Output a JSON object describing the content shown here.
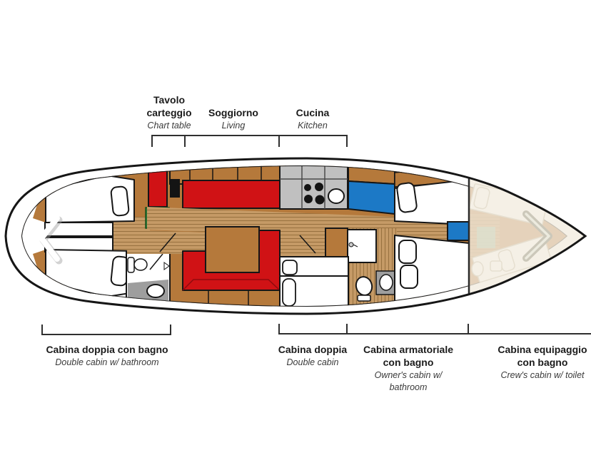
{
  "diagram": {
    "type": "sailing-yacht-interior-deck-plan",
    "top_sections": [
      {
        "id": "chart-table",
        "label_it": "Tavolo carteggio",
        "label_en": "Chart table"
      },
      {
        "id": "living",
        "label_it": "Soggiorno",
        "label_en": "Living"
      },
      {
        "id": "kitchen",
        "label_it": "Cucina",
        "label_en": "Kitchen"
      }
    ],
    "bottom_sections": [
      {
        "id": "aft-double-cabin",
        "label_it": "Cabina doppia con bagno",
        "label_en": "Double cabin w/ bathroom"
      },
      {
        "id": "double-cabin",
        "label_it": "Cabina doppia",
        "label_en": "Double cabin"
      },
      {
        "id": "owners-cabin",
        "label_it": "Cabina armatoriale con bagno",
        "label_en": "Owner's cabin w/ bathroom"
      },
      {
        "id": "crew-cabin",
        "label_it": "Cabina equipaggio con bagno",
        "label_en": "Crew's cabin w/ toilet"
      }
    ],
    "carousel": {
      "prev_icon": "chevron-left-icon",
      "next_icon": "chevron-right-icon"
    }
  },
  "colors": {
    "wood": "#b5793b",
    "plank": "#c59a66",
    "plank_line": "#97713f",
    "red": "#d01215",
    "red_seam": "#8f0b0e",
    "blue": "#1c79c6",
    "counter": "#c0c0c0",
    "tile": "#9e9e9e",
    "outline": "#161616",
    "fade": "#f2ecdf",
    "ghost": "#b9b29c",
    "rug": "#2d7a36",
    "chevron_light": "#ccc8ba",
    "text": "#1b1b1b",
    "text_sub": "#3a3a3a"
  }
}
